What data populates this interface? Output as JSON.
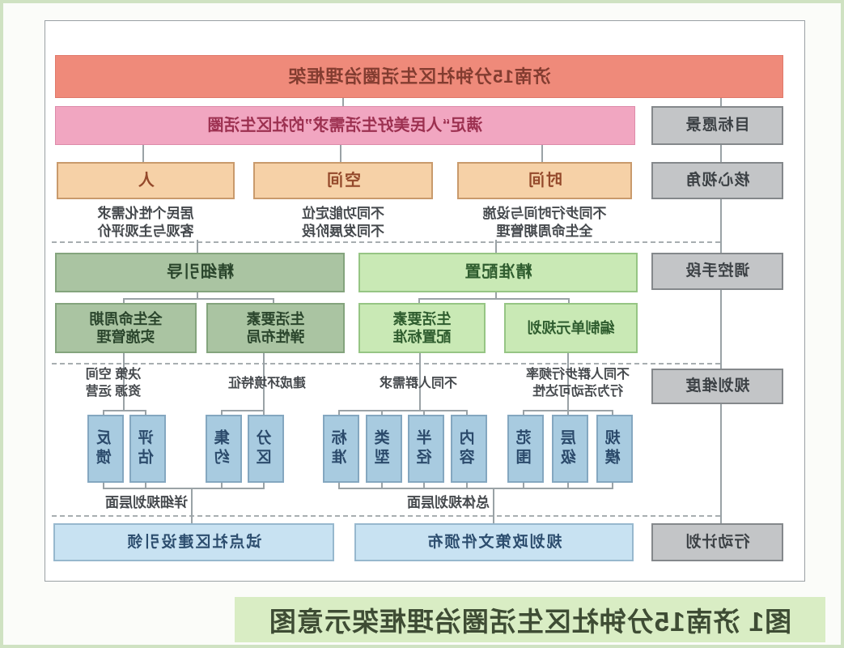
{
  "caption": "图1  济南15分钟社区生活圈治理框架示意图",
  "diagram": {
    "root": "济南15分钟社区生活圈治理框架",
    "goal": "满足“人民美好生活需求”的社区生活圈",
    "stages": [
      "目标愿景",
      "核心视角",
      "调控手段",
      "规划维度",
      "行动计划"
    ],
    "perspectives": [
      {
        "title": "时间",
        "note1": "不同步行时间与设施",
        "note2": "全生命周期管理"
      },
      {
        "title": "空间",
        "note1": "不同功能定位",
        "note2": "不同发展阶段"
      },
      {
        "title": "人",
        "note1": "居民个性化需求",
        "note2": "客观与主观评价"
      }
    ],
    "measures": [
      {
        "title": "精准配置",
        "children": [
          {
            "line1": "编制单元规划"
          },
          {
            "line1": "生活要素",
            "line2": "配置标准"
          }
        ]
      },
      {
        "title": "精细引导",
        "children": [
          {
            "line1": "生活要素",
            "line2": "弹性布局"
          },
          {
            "line1": "全生命周期",
            "line2": "实施管理"
          }
        ]
      }
    ],
    "dimension_groups": [
      {
        "note1": "不同人群步行频率",
        "note2": "行为活动可达性",
        "items": [
          "规模",
          "层级",
          "范围"
        ]
      },
      {
        "note1": "不同人群需求",
        "items": [
          "内容",
          "半径",
          "类型",
          "标准"
        ]
      },
      {
        "note1": "建成环境特征",
        "items": [
          "分区",
          "集约"
        ]
      },
      {
        "note1": "决策 空间",
        "note2": "资源 运营",
        "items": [
          "评估",
          "反馈"
        ]
      }
    ],
    "plan_levels": [
      {
        "label": "总体规划层面",
        "action": "规划政策文件颁布"
      },
      {
        "label": "详细规划层面",
        "action": "试点社区建设引领"
      }
    ],
    "colors": {
      "root_fill": "#ef8a7a",
      "goal_fill": "#f1a6c1",
      "perspective_fill": "#f6d1a7",
      "stage_fill": "#c3c5c7",
      "precise_fill": "#c9e9b5",
      "fine_fill": "#aac4a2",
      "dimension_fill": "#a8cbe0",
      "action_fill": "#c8e2f2",
      "caption_bg": "#d9edc4",
      "connector": "#9aa2a6"
    }
  }
}
